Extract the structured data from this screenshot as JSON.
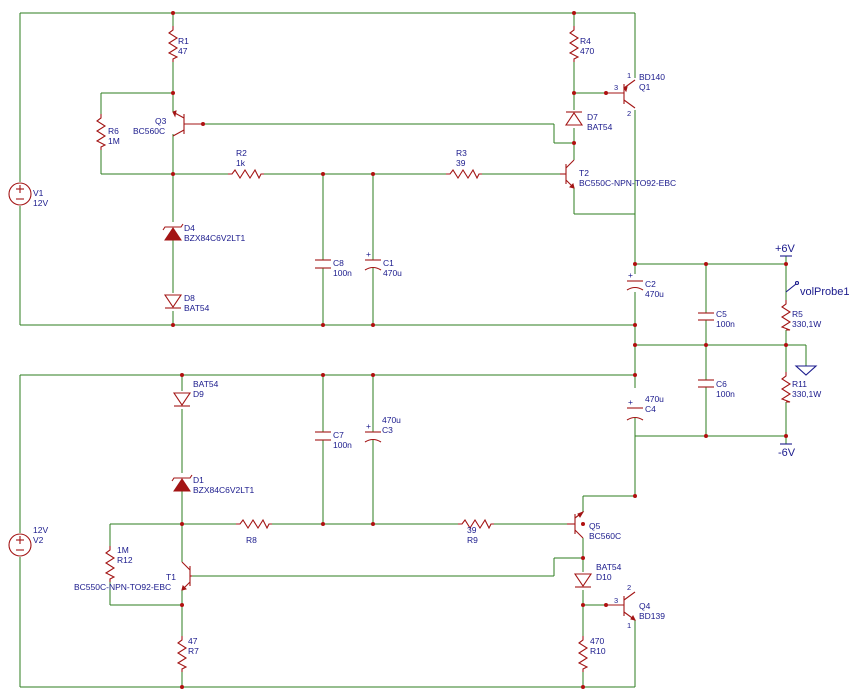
{
  "components": {
    "r1": {
      "ref": "R1",
      "value": "47"
    },
    "r2": {
      "ref": "R2",
      "value": "1k"
    },
    "r3": {
      "ref": "R3",
      "value": "39"
    },
    "r4": {
      "ref": "R4",
      "value": "470"
    },
    "r5": {
      "ref": "R5",
      "value": "330,1W"
    },
    "r6": {
      "ref": "R6",
      "value": "1M"
    },
    "r7": {
      "ref": "R7",
      "value": "47"
    },
    "r8": {
      "ref": "R8"
    },
    "r9": {
      "ref": "R9",
      "value": "39"
    },
    "r10": {
      "ref": "R10",
      "value": "470"
    },
    "r11": {
      "ref": "R11",
      "value": "330,1W"
    },
    "r12": {
      "ref": "R12",
      "value": "1M"
    },
    "c1": {
      "ref": "C1",
      "value": "470u"
    },
    "c2": {
      "ref": "C2",
      "value": "470u"
    },
    "c3": {
      "ref": "C3",
      "value": "470u"
    },
    "c4": {
      "ref": "C4",
      "value": "470u"
    },
    "c5": {
      "ref": "C5",
      "value": "100n"
    },
    "c6": {
      "ref": "C6",
      "value": "100n"
    },
    "c7": {
      "ref": "C7",
      "value": "100n"
    },
    "c8": {
      "ref": "C8",
      "value": "100n"
    },
    "d1": {
      "ref": "D1",
      "value": "BZX84C6V2LT1"
    },
    "d4": {
      "ref": "D4",
      "value": "BZX84C6V2LT1"
    },
    "d7": {
      "ref": "D7",
      "value": "BAT54"
    },
    "d8": {
      "ref": "D8",
      "value": "BAT54"
    },
    "d9": {
      "ref": "D9",
      "value": "BAT54"
    },
    "d10": {
      "ref": "D10",
      "value": "BAT54"
    },
    "q1": {
      "ref": "Q1",
      "value": "BD140"
    },
    "q3": {
      "ref": "Q3",
      "value": "BC560C"
    },
    "q4": {
      "ref": "Q4",
      "value": "BD139"
    },
    "q5": {
      "ref": "Q5",
      "value": "BC560C"
    },
    "t1": {
      "ref": "T1",
      "value": "BC550C-NPN-TO92-EBC"
    },
    "t2": {
      "ref": "T2",
      "value": "BC550C-NPN-TO92-EBC"
    },
    "v1": {
      "ref": "V1",
      "value": "12V"
    },
    "v2": {
      "ref": "V2",
      "value": "12V"
    }
  },
  "pins": {
    "one": "1",
    "two": "2",
    "three": "3"
  },
  "nets": {
    "pos": "+6V",
    "neg": "-6V",
    "probe": "volProbe1"
  },
  "colors": {
    "wire": "#2e7d1f",
    "component": "#a31515",
    "label": "#1a1a8c",
    "junction": "#b01010"
  }
}
